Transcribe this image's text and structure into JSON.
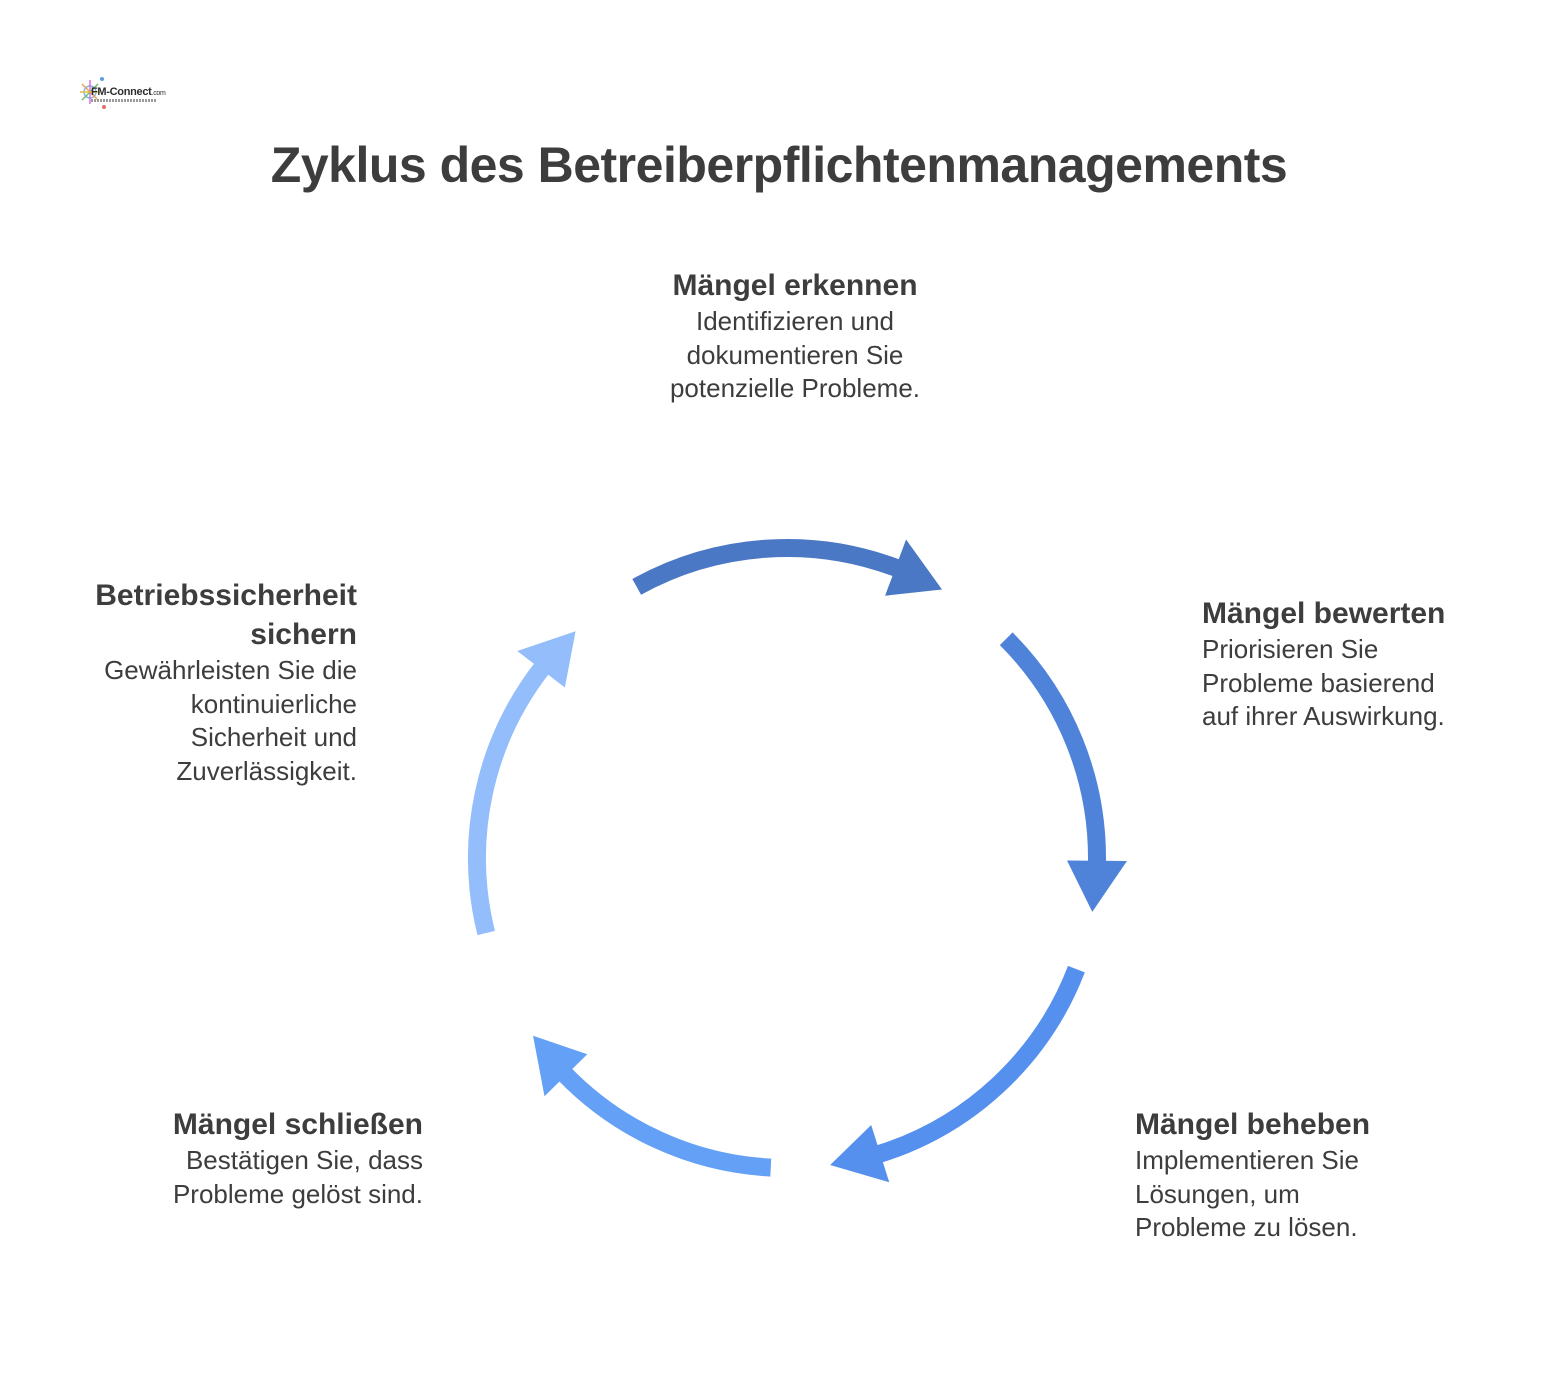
{
  "logo": {
    "text": "FM-Connect",
    "suffix": ".com"
  },
  "title": "Zyklus des Betreiberpflichtenmanagements",
  "steps": [
    {
      "title": "Mängel erkennen",
      "description": "Identifizieren und dokumentieren Sie potenzielle Probleme.",
      "color": "#4a78c5"
    },
    {
      "title": "Mängel bewerten",
      "description": "Priorisieren Sie Probleme basierend auf ihrer Auswirkung.",
      "color": "#4f83da"
    },
    {
      "title": "Mängel beheben",
      "description": "Implementieren Sie Lösungen, um Probleme zu lösen.",
      "color": "#5590ee"
    },
    {
      "title": "Mängel schließen",
      "description": "Bestätigen Sie, dass Probleme gelöst sind.",
      "color": "#64a0f6"
    },
    {
      "title": "Betriebssicherheit sichern",
      "description": "Gewährleisten Sie die kontinuierliche Sicherheit und Zuverlässigkeit.",
      "color": "#93bdfb"
    }
  ]
}
